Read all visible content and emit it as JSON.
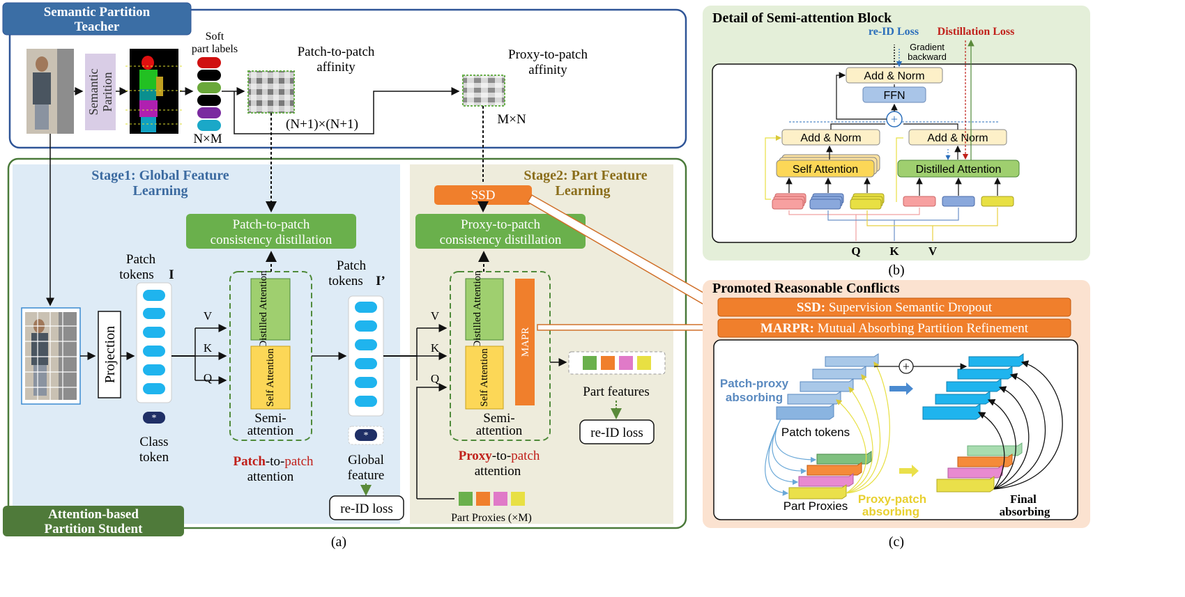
{
  "teacher": {
    "title_line1": "Semantic Partition",
    "title_line2": "Teacher",
    "semantic_box": "Semantic",
    "semantic_box2": "Parition",
    "soft_labels_line1": "Soft",
    "soft_labels_line2": "part labels",
    "nxm": "N×M",
    "p2p_affinity_line1": "Patch-to-patch",
    "p2p_affinity_line2": "affinity",
    "n1": "(N+1)×(N+1)",
    "proxy_affinity_line1": "Proxy-to-patch",
    "proxy_affinity_line2": "affinity",
    "mxn": "M×N"
  },
  "student": {
    "title_line1": "Attention-based",
    "title_line2": "Partition Student",
    "stage1_line1": "Stage1: Global Feature",
    "stage1_line2": "Learning",
    "stage2_line1": "Stage2: Part Feature",
    "stage2_line2": "Learning",
    "projection": "Projection",
    "patch_tokens_line1": "Patch",
    "patch_tokens_line2": "tokens",
    "patch_tokens_sym": "I",
    "patch_tokens2_sym": "I’",
    "class_token_line1": "Class",
    "class_token_line2": "token",
    "v": "V",
    "k": "K",
    "q": "Q",
    "p2p_distill_line1": "Patch-to-patch",
    "p2p_distill_line2": "consistency distillation",
    "proxy_distill_line1": "Proxy-to-patch",
    "proxy_distill_line2": "consistency distillation",
    "distilled_attention": "Distilled Attention",
    "self_attention": "Self Attention",
    "semi_line1": "Semi-",
    "semi_line2": "attention",
    "p2p_attention_a": "Patch",
    "p2p_attention_b": "-to-",
    "p2p_attention_c": "patch",
    "p2p_attention_line2": "attention",
    "proxy_attention_a": "Proxy",
    "proxy_attention_b": "-to-",
    "proxy_attention_c": "patch",
    "proxy_attention_line2": "attention",
    "global_feature_line1": "Global",
    "global_feature_line2": "feature",
    "reid_loss": "re-ID loss",
    "ssd": "SSD",
    "mapr": "MAPR",
    "part_features": "Part features",
    "part_proxies": "Part Proxies (×M)",
    "star": "*"
  },
  "detail": {
    "title": "Detail of Semi-attention Block",
    "reid_loss": "re-ID Loss",
    "distill_loss": "Distillation Loss",
    "gradient_line1": "Gradient",
    "gradient_line2": "backward",
    "add_norm": "Add & Norm",
    "ffn": "FFN",
    "plus": "+",
    "self_attention": "Self Attention",
    "distilled_attention": "Distilled Attention",
    "q": "Q",
    "k": "K",
    "v": "V"
  },
  "conflicts": {
    "title": "Promoted Reasonable Conflicts",
    "ssd_abbr": "SSD:",
    "ssd_full": "Supervision Semantic Dropout",
    "marpr_abbr": "MARPR:",
    "marpr_full": "Mutual Absorbing Partition Refinement",
    "patch_proxy_line1": "Patch-proxy",
    "patch_proxy_line2": "absorbing",
    "patch_tokens": "Patch tokens",
    "part_proxies": "Part Proxies",
    "proxy_patch_line1": "Proxy-patch",
    "proxy_patch_line2": "absorbing",
    "final_line1": "Final",
    "final_line2": "absorbing",
    "plus": "+"
  },
  "captions": {
    "a": "(a)",
    "b": "(b)",
    "c": "(c)"
  },
  "colors": {
    "green_box": "#6ab04c",
    "orange": "#f07f2c",
    "yellow_attn": "#fcd757",
    "token_blue": "#1fb4ee",
    "navy": "#1f3c6e",
    "title_blue": "#3b6aa0",
    "dark_green": "#4a7a3a",
    "red_text": "#c0201a",
    "stage2_text": "#8a6d1a"
  }
}
